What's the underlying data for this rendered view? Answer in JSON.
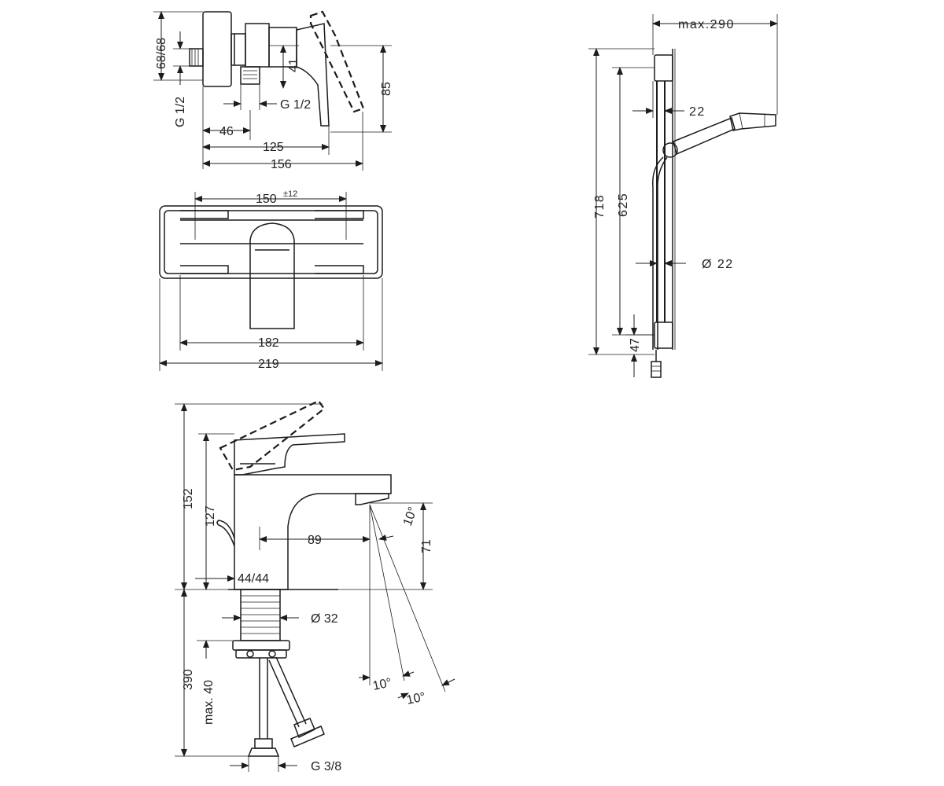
{
  "wall_mixer_side": {
    "dim_68_68": "68/68",
    "dim_41": "41",
    "dim_85": "85",
    "dim_g12_left": "G 1/2",
    "dim_g12_right": "G 1/2",
    "dim_46": "46",
    "dim_125": "125",
    "dim_156": "156"
  },
  "wall_mixer_front": {
    "dim_150": "150",
    "dim_150_tol": "±12",
    "dim_182": "182",
    "dim_219": "219"
  },
  "shower_rail": {
    "dim_max290": "max.290",
    "dim_22_top": "22",
    "dim_718": "718",
    "dim_625": "625",
    "dim_d22": "Ø 22",
    "dim_47": "47"
  },
  "basin_mixer": {
    "dim_152": "152",
    "dim_127": "127",
    "dim_89": "89",
    "dim_10deg_top": "10°",
    "dim_71": "71",
    "dim_44_44": "44/44",
    "dim_d32": "Ø 32",
    "dim_390": "390",
    "dim_max40": "max. 40",
    "dim_10deg_a": "10°",
    "dim_10deg_b": "10°",
    "dim_g38": "G 3/8"
  }
}
